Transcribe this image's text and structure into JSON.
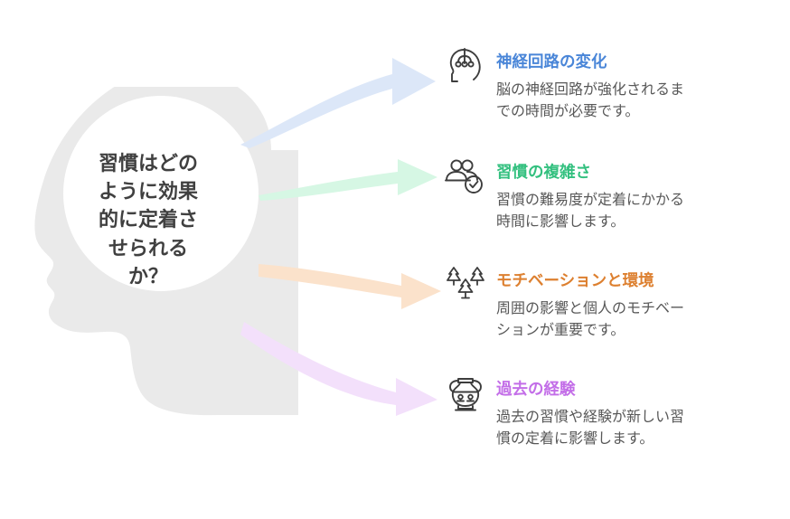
{
  "diagram": {
    "center": {
      "shape_name": "head-silhouette",
      "question": "習慣はどの\nように効果\n的に定着さ\nせられる\nか？",
      "silhouette_color": "#eaeaea",
      "inner_circle_color": "#ffffff",
      "text_color": "#404040"
    },
    "branches": [
      {
        "icon": "brain-head-icon",
        "heading": "神経回路の変化",
        "description": "脳の神経回路が強化されるま\nでの時間が必要です。",
        "heading_color": "#4a86d8",
        "arrow_color": "#dce7f8"
      },
      {
        "icon": "users-check-icon",
        "heading": "習慣の複雑さ",
        "description": "習慣の難易度が定着にかかる\n時間に影響します。",
        "heading_color": "#33c07f",
        "arrow_color": "#d6f7e4"
      },
      {
        "icon": "trees-icon",
        "heading": "モチベーションと環境",
        "description": "周囲の影響と個人のモチベー\nションが重要です。",
        "heading_color": "#dd8030",
        "arrow_color": "#fbe2cb"
      },
      {
        "icon": "amphora-vase-icon",
        "heading": "過去の経験",
        "description": "過去の習慣や経験が新しい習\n慣の定着に影響します。",
        "heading_color": "#c36ee8",
        "arrow_color": "#f3e0fb"
      }
    ]
  }
}
